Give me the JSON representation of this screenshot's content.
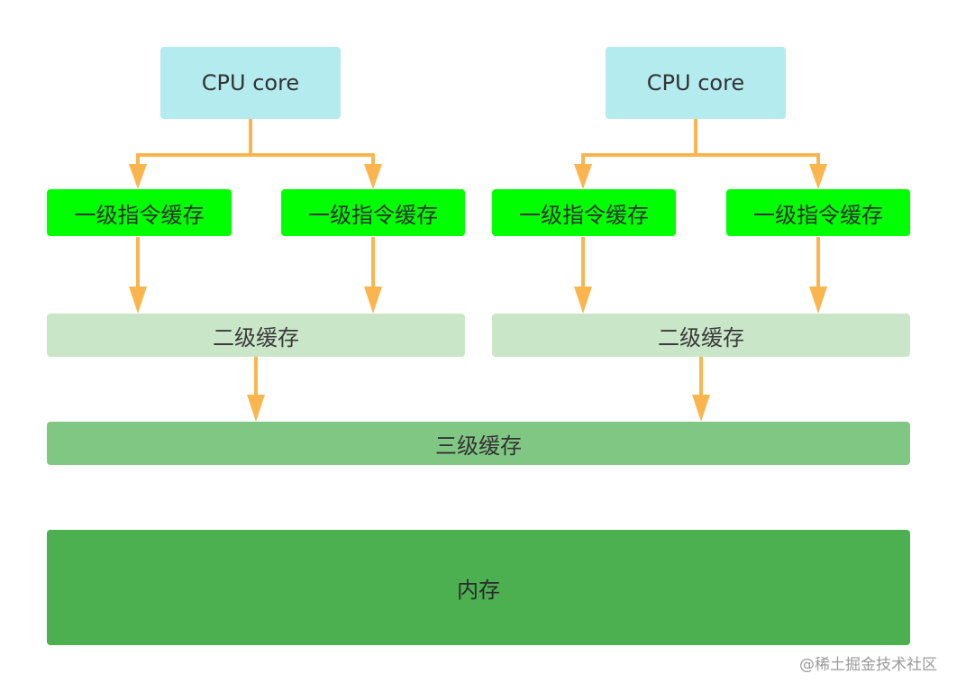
{
  "colors": {
    "cpu_fill": "#b3ebee",
    "l1_fill": "#00ff00",
    "l2_fill": "#c9e6c9",
    "l3_fill": "#81c784",
    "memory_fill": "#4caf50",
    "arrow": "#fbb54e"
  },
  "cpus": [
    {
      "label": "CPU core",
      "l1": [
        "一级指令缓存",
        "一级指令缓存"
      ],
      "l2": "二级缓存"
    },
    {
      "label": "CPU core",
      "l1": [
        "一级指令缓存",
        "一级指令缓存"
      ],
      "l2": "二级缓存"
    }
  ],
  "l3": "三级缓存",
  "memory": "内存",
  "watermark": "@稀土掘金技术社区"
}
